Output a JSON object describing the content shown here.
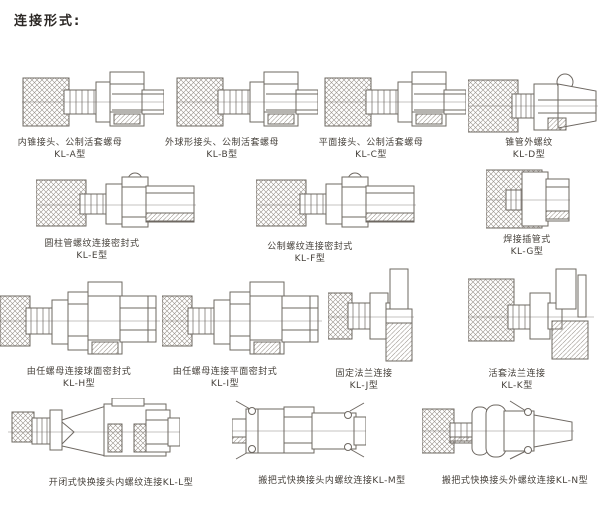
{
  "page": {
    "title": "连接形式:"
  },
  "colors": {
    "line": "#6e6862",
    "hatch": "#99938b",
    "text": "#46413b",
    "title": "#2b2724",
    "background": "#ffffff"
  },
  "diagrams": [
    {
      "id": "KL-A",
      "name": "内锥接头、公制活套螺母",
      "model": "KL-A型"
    },
    {
      "id": "KL-B",
      "name": "外球形接头、公制活套螺母",
      "model": "KL-B型"
    },
    {
      "id": "KL-C",
      "name": "平面接头、公制活套螺母",
      "model": "KL-C型"
    },
    {
      "id": "KL-D",
      "name": "锥管外螺纹",
      "model": "KL-D型"
    },
    {
      "id": "KL-E",
      "name": "圆柱管螺纹连接密封式",
      "model": "KL-E型"
    },
    {
      "id": "KL-F",
      "name": "公制螺纹连接密封式",
      "model": "KL-F型"
    },
    {
      "id": "KL-G",
      "name": "焊接插管式",
      "model": "KL-G型"
    },
    {
      "id": "KL-H",
      "name": "由任螺母连接球面密封式",
      "model": "KL-H型"
    },
    {
      "id": "KL-I",
      "name": "由任螺母连接平面密封式",
      "model": "KL-I型"
    },
    {
      "id": "KL-J",
      "name": "固定法兰连接",
      "model": "KL-J型"
    },
    {
      "id": "KL-K",
      "name": "活套法兰连接",
      "model": "KL-K型"
    },
    {
      "id": "KL-L",
      "name": "开闭式快换接头内螺纹连接",
      "model": "KL-L型"
    },
    {
      "id": "KL-M",
      "name": "搬把式快换接头内螺纹连接",
      "model": "KL-M型"
    },
    {
      "id": "KL-N",
      "name": "搬把式快换接头外螺纹连接",
      "model": "KL-N型"
    }
  ]
}
